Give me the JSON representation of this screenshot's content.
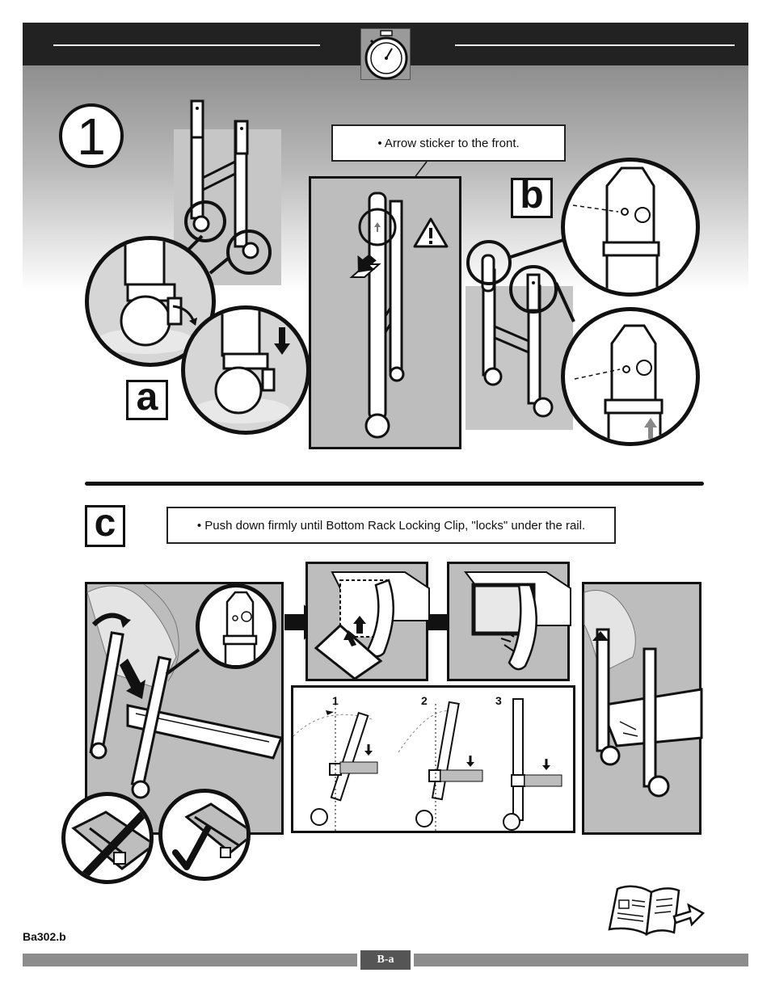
{
  "header": {
    "icon": "stopwatch-icon"
  },
  "step": {
    "number": "1",
    "labels": {
      "a": "a",
      "b": "b",
      "c": "c"
    }
  },
  "callouts": {
    "arrow_sticker": "• Arrow sticker to the front.",
    "push_down": "• Push down firmly until Bottom Rack Locking Clip, \"locks\" under the rail."
  },
  "sequence": [
    "1",
    "2",
    "3"
  ],
  "footer": {
    "doc_code": "Ba302.b",
    "page": "B-a"
  },
  "icons": [
    "stopwatch-icon",
    "warning-icon",
    "open-book-icon",
    "next-page-arrow-icon",
    "prohibited-cross-icon",
    "check-mark-icon",
    "down-arrow-icon"
  ]
}
